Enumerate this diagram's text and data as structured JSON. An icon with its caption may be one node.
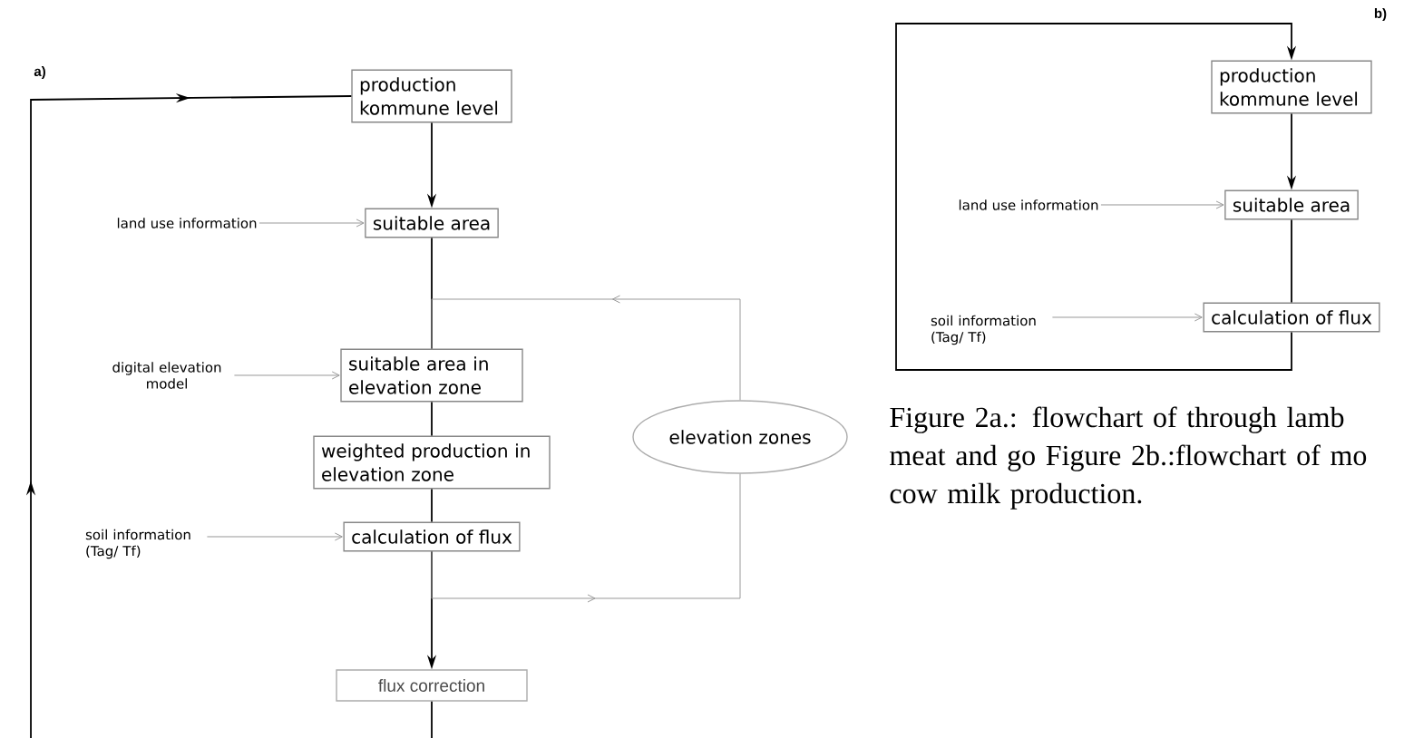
{
  "diagram": {
    "caption": "Figure 2a.: flowchart of through lamb meat and go Figure 2b.:flowchart of mo cow milk production.",
    "nodes": [
      {
        "text": [
          "production kommune level"
        ]
      },
      {
        "text": [
          "suitable area"
        ]
      },
      {
        "text": [
          "suitable area in elevation zone"
        ]
      },
      {
        "text": [
          "weighted production in elevation zone"
        ]
      },
      {
        "text": [
          "calculation of flux"
        ]
      },
      {
        "text": [
          "elevation zones"
        ]
      },
      {
        "text": [
          "flux correction"
        ]
      },
      {
        "text": [
          "land use information"
        ]
      },
      {
        "text": [
          "digital elevation model"
        ]
      },
      {
        "text": [
          "soil information (Tag/ Tf)"
        ]
      },
      {
        "text": [
          "production kommune level"
        ]
      },
      {
        "text": [
          "suitable area"
        ]
      },
      {
        "text": [
          "calculation of flux"
        ]
      },
      {
        "text": [
          "land use information"
        ]
      },
      {
        "text": [
          "soil information (Tag/ Tf)"
        ]
      }
    ],
    "edges": [
      {
        "from": 0,
        "to": 1,
        "arrow": "to"
      },
      {
        "from": 1,
        "to": 2,
        "arrow": "none"
      },
      {
        "from": 2,
        "to": 3,
        "arrow": "none"
      },
      {
        "from": 3,
        "to": 4,
        "arrow": "none"
      },
      {
        "from": 4,
        "to": 6,
        "arrow": "to"
      },
      {
        "from": 4,
        "to": 5,
        "arrow": "to",
        "color": "#999999"
      },
      {
        "from": 5,
        "to": 2,
        "arrow": "to",
        "color": "#999999"
      },
      {
        "from": 6,
        "to": 0,
        "arrow": "to"
      },
      {
        "from": 7,
        "to": 1,
        "arrow": "to",
        "color": "#999999"
      },
      {
        "from": 8,
        "to": 2,
        "arrow": "to",
        "color": "#999999"
      },
      {
        "from": 9,
        "to": 4,
        "arrow": "to",
        "color": "#999999"
      },
      {
        "from": 10,
        "to": 11,
        "arrow": "to"
      },
      {
        "from": 11,
        "to": 12,
        "arrow": "none"
      },
      {
        "from": 12,
        "to": 10,
        "arrow": "to"
      },
      {
        "from": 13,
        "to": 11,
        "arrow": "to",
        "color": "#999999"
      },
      {
        "from": 14,
        "to": 12,
        "arrow": "to",
        "color": "#999999"
      }
    ],
    "labels": [
      "a)",
      "b)"
    ]
  }
}
